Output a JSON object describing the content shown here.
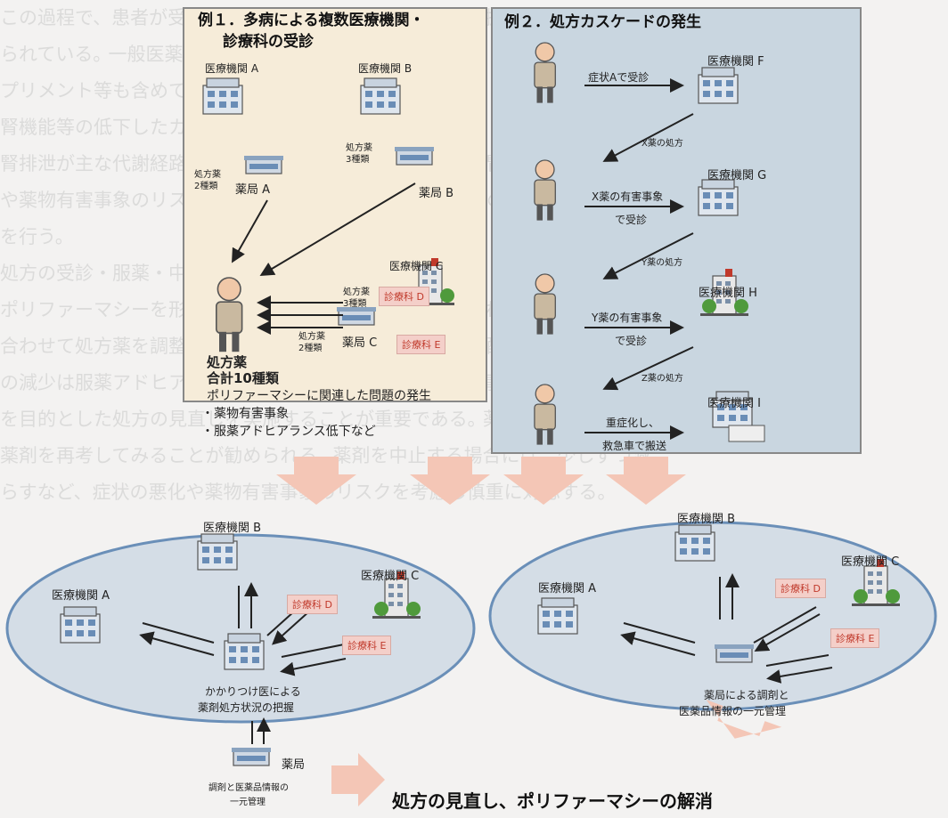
{
  "ex1": {
    "title_line1": "例１．多病による複数医療機関・",
    "title_line2": "診療科の受診",
    "hospital_a": "医療機関 A",
    "hospital_b": "医療機関 B",
    "hospital_c": "医療機関 C",
    "pharmacy_a": "薬局 A",
    "pharmacy_b": "薬局 B",
    "pharmacy_c": "薬局 C",
    "rx_a": [
      "処方薬",
      "2種類"
    ],
    "rx_b": [
      "処方薬",
      "3種類"
    ],
    "rx_d": [
      "処方薬",
      "3種類"
    ],
    "rx_c": [
      "処方薬",
      "2種類"
    ],
    "dept_d": "診療科 D",
    "dept_e": "診療科 E",
    "total_line1": "処方薬",
    "total_line2": "合計10種類",
    "issue_title": "ポリファーマシーに関連した問題の発生",
    "issue_items": [
      "・薬物有害事象",
      "・服薬アドヒアランス低下など"
    ]
  },
  "ex2": {
    "title": "例２．処方カスケードの発生",
    "hospital_f": "医療機関 F",
    "hospital_g": "医療機関 G",
    "hospital_h": "医療機関 H",
    "hospital_i": "医療機関 I",
    "step1": "症状Aで受診",
    "rx_x": "X薬の処方",
    "step2_line1": "X薬の有害事象",
    "step2_line2": "で受診",
    "rx_y": "Y薬の処方",
    "step3_line1": "Y薬の有害事象",
    "step3_line2": "で受診",
    "rx_z": "Z薬の処方",
    "step4_line1": "重症化し、",
    "step4_line2": "救急車で搬送"
  },
  "sol1": {
    "hospital_a": "医療機関 A",
    "hospital_b": "医療機関 B",
    "hospital_c": "医療機関 C",
    "dept_d": "診療科 D",
    "dept_e": "診療科 E",
    "caption_line1": "かかりつけ医による",
    "caption_line2": "薬剤処方状況の把握",
    "pharmacy": "薬局",
    "pharmacy_caption_line1": "調剤と医薬品情報の",
    "pharmacy_caption_line2": "一元管理"
  },
  "sol2": {
    "hospital_a": "医療機関 A",
    "hospital_b": "医療機関 B",
    "hospital_c": "医療機関 C",
    "dept_d": "診療科 D",
    "dept_e": "診療科 E",
    "caption_line1": "薬局による調剤と",
    "caption_line2": "医薬品情報の一元管理"
  },
  "final_text": "処方の見直し、ポリファーマシーの解消",
  "background_text": [
    "この過程で、患者が受診している医療機関・医療機関を把握し調整することが求め",
    "られている｡ 一般医薬品（OTC）や一般用医薬品等）とサ",
    "プリメント等も含めて確認することも必要である｡",
    "腎機能等の低下したカスケード",
    "腎排泄が主な代謝経路の薬剤では、加齢などの変化による腎機能等の生理機能",
    "や薬物有害事象のリスクを考慮し投与量の減量や投与間隔の延長など適切な対応",
    "を行う。",
    "処方の受診・服薬・中止",
    "ポリファーマシーを形成する処方はすべてが不適切というわけではない。",
    "合わせて処方薬を調整するのではなく、服用回数の減少や配合剤の導入など服",
    "の減少は服薬アドヒアランスの改善につながる｡ 薬物有害事象の発生を回避す",
    "を目的とした処方の見直しを実施することが重要である｡ 薬剤の優先順位を付ける",
    "薬剤を再考してみることが勧められる｡ 薬剤を中止する場合には、少しずつ減",
    "らすなど、症状の悪化や薬物有害事象のリスクを考慮し慎重に対応する。"
  ]
}
